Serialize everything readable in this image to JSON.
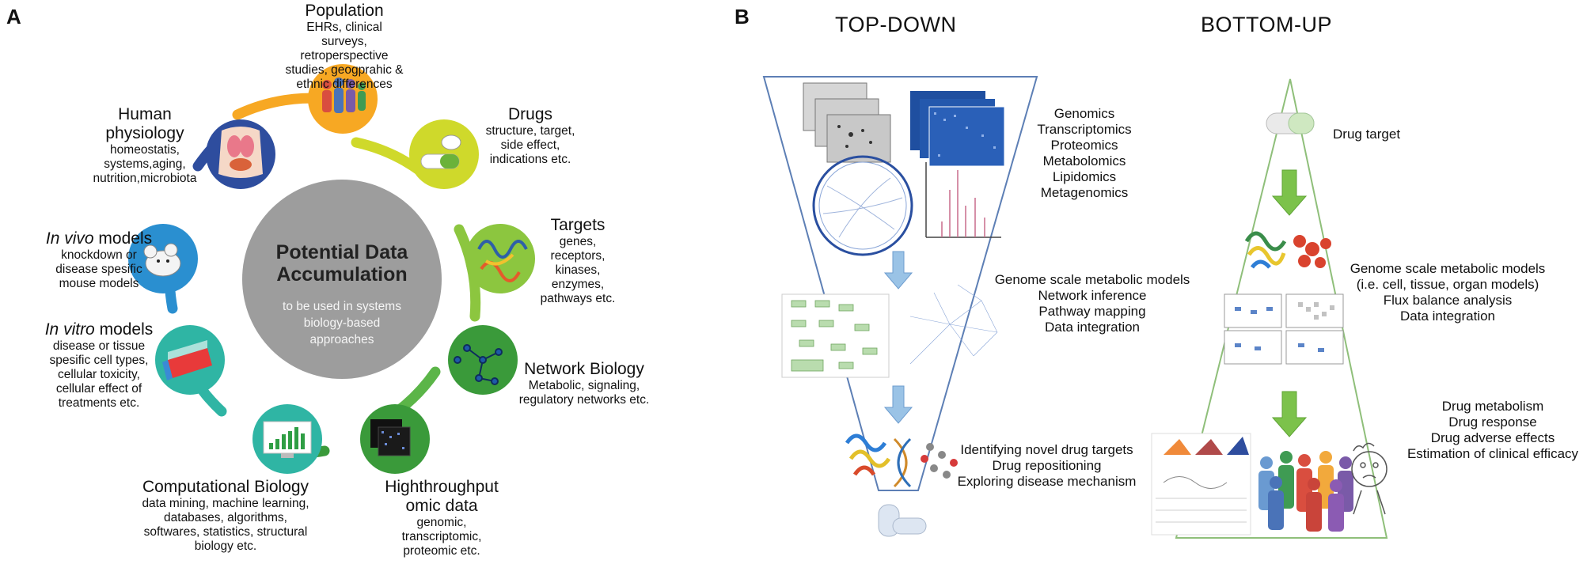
{
  "panel_a": {
    "letter": "A",
    "center": {
      "title_line1": "Potential Data",
      "title_line2": "Accumulation",
      "sub_line1": "to be used in systems",
      "sub_line2": "biology-based",
      "sub_line3": "approaches"
    },
    "population": {
      "title": "Population",
      "lines": [
        "EHRs, clinical",
        "surveys,",
        "retroperspective",
        "studies, geogprahic &",
        "ethnic differences"
      ]
    },
    "drugs": {
      "title": "Drugs",
      "lines": [
        "structure, target,",
        "side effect,",
        "indications etc."
      ]
    },
    "targets": {
      "title": "Targets",
      "lines": [
        "genes,",
        "receptors,",
        "kinases,",
        "enzymes,",
        "pathways etc."
      ]
    },
    "network": {
      "title": "Network Biology",
      "lines": [
        "Metabolic, signaling,",
        "regulatory networks etc."
      ]
    },
    "omic": {
      "title_line1": "Highthroughput",
      "title_line2": "omic data",
      "lines": [
        "genomic,",
        "transcriptomic,",
        "proteomic etc."
      ]
    },
    "computational": {
      "title": "Computational Biology",
      "lines": [
        "data mining, machine learning,",
        "databases, algorithms,",
        "softwares, statistics, structural",
        "biology etc."
      ]
    },
    "in_vitro": {
      "title_italic": "In vitro",
      "title_rest": " models",
      "lines": [
        "disease or tissue",
        "spesific cell types,",
        "cellular toxicity,",
        "cellular effect of",
        "treatments etc."
      ]
    },
    "in_vivo": {
      "title_italic": "In vivo",
      "title_rest": " models",
      "lines": [
        "knockdown or",
        "disease spesific",
        "mouse models"
      ]
    },
    "human": {
      "title_line1": "Human",
      "title_line2": "physiology",
      "lines": [
        "homeostatis,",
        "systems,aging,",
        "nutrition,microbiota"
      ]
    }
  },
  "panel_b": {
    "letter": "B",
    "top_down": {
      "title": "TOP-DOWN",
      "omics": [
        "Genomics",
        "Transcriptomics",
        "Proteomics",
        "Metabolomics",
        "Lipidomics",
        "Metagenomics"
      ],
      "models": [
        "Genome scale metabolic models",
        "Network inference",
        "Pathway mapping",
        "Data integration"
      ],
      "outcomes": [
        "Identifying novel drug targets",
        "Drug repositioning",
        "Exploring disease mechanism"
      ]
    },
    "bottom_up": {
      "title": "BOTTOM-UP",
      "target": "Drug target",
      "models": [
        "Genome scale metabolic models",
        "(i.e. cell, tissue, organ models)",
        "Flux balance analysis",
        "Data integration"
      ],
      "outcomes": [
        "Drug metabolism",
        "Drug response",
        "Drug adverse effects",
        "Estimation of clinical efficacy"
      ]
    }
  },
  "colors": {
    "ring_orange": "#f7a823",
    "ring_yellow": "#cfd92b",
    "ring_green": "#8cc63f",
    "ring_darkgreen": "#3a9a3a",
    "ring_teal": "#2fb5a4",
    "ring_blue": "#2a8fd0",
    "ring_navy": "#2e4d9e",
    "center_gray": "#9d9d9d",
    "topdown_line": "#5d7fb5",
    "bottomup_line": "#8fbf7a",
    "arrow_blue": "#9ac3e6",
    "arrow_green": "#7cc24b"
  }
}
